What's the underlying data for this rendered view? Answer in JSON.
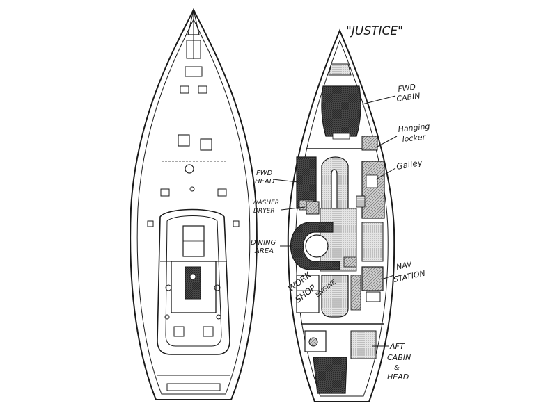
{
  "title": "\"JUSTICE\"",
  "colors": {
    "ink": "#1a1a1a",
    "paper": "#ffffff",
    "shade": "#9a9a9a",
    "dark": "#3a3a3a"
  },
  "labels": {
    "fwd_cabin": [
      "FWD",
      "CABIN"
    ],
    "hanging_locker": [
      "Hanging",
      "locker"
    ],
    "galley": "Galley",
    "fwd_head": [
      "FWD",
      "HEAD"
    ],
    "washer_dryer": [
      "WASHER",
      "DRYER"
    ],
    "dining_area": [
      "DINING",
      "AREA"
    ],
    "nav_station": [
      "NAV",
      "STATION"
    ],
    "work_shop": [
      "WORK",
      "SHOP"
    ],
    "engine": "ENGINE",
    "aft_cabin_head": [
      "AFT",
      "CABIN",
      "&",
      "HEAD"
    ]
  }
}
